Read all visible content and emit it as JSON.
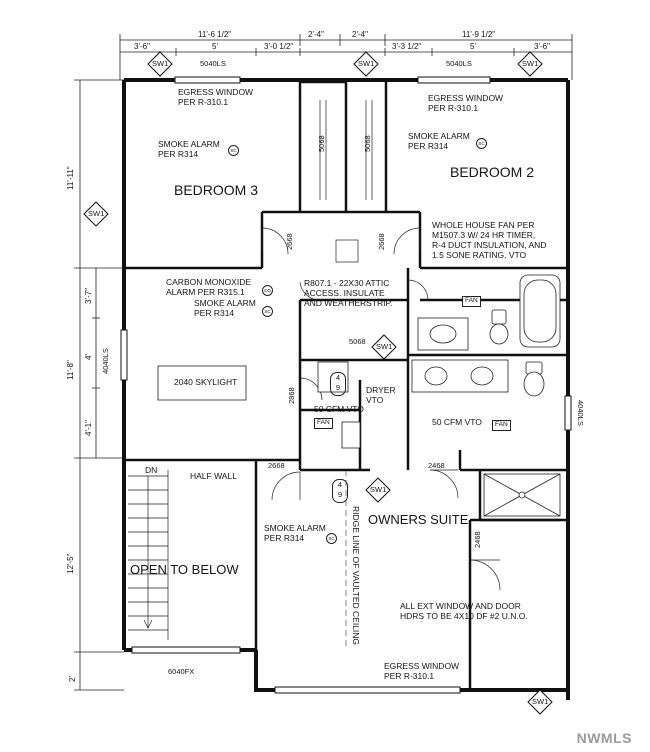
{
  "rooms": {
    "bedroom3": "BEDROOM 3",
    "bedroom2": "BEDROOM 2",
    "owners_suite": "OWNERS SUITE",
    "open_to_below": "OPEN TO BELOW"
  },
  "notes": {
    "egress_window_line1": "EGRESS WINDOW",
    "egress_window_line2": "PER R-310.1",
    "smoke_alarm_line1": "SMOKE ALARM",
    "smoke_alarm_line2": "PER R314",
    "co_alarm_line1": "CARBON MONOXIDE",
    "co_alarm_line2": "ALARM PER R315.1",
    "whole_house_fan": [
      "WHOLE HOUSE FAN PER",
      "M1507.3 W/ 24 HR TIMER,",
      "R-4 DUCT INSULATION, AND",
      "1.5 SONE RATING, VTO"
    ],
    "attic_access": [
      "R807.1 - 22X30 ATTIC",
      "ACCESS. INSULATE",
      "AND WEATHERSTRIP."
    ],
    "skylight": "2040 SKYLIGHT",
    "dryer": [
      "DRYER",
      "VTO"
    ],
    "cfm_vto_1": "50 CFM VTO",
    "cfm_vto_2": "50 CFM VTO",
    "half_wall": "HALF WALL",
    "dn": "DN",
    "ridge_line": "RIDGE LINE OF VAULTED CEILING",
    "ext_hdrs": [
      "ALL EXT WINDOW AND DOOR",
      "HDRS TO BE 4X10 DF #2 U.N.O."
    ],
    "fan_tag": "FAN",
    "sc_tag": "SC",
    "co_tag": "CO",
    "sw1": "SW1",
    "partial_tag": "SW1"
  },
  "dimensions": {
    "top_overall_left": "11'-6 1/2\"",
    "top_overall_mid": "2'-4\"",
    "top_overall_mid2": "2'-4\"",
    "top_overall_right": "11'-9 1/2\"",
    "top_seg_1": "3'-6\"",
    "top_seg_2": "5'",
    "top_seg_3": "3'-0 1/2\"",
    "top_seg_4": "3'-3 1/2\"",
    "top_seg_5": "5'",
    "top_seg_6": "3'-6\"",
    "window_5040_left": "5040LS",
    "window_5040_right": "5040LS",
    "left_overall_top": "11'-11\"",
    "left_overall_mid": "11'-8\"",
    "left_overall_bot": "12'-5\"",
    "left_seg_37": "3'-7\"",
    "left_seg_4": "4'",
    "left_seg_41": "4'-1\"",
    "left_seg_2": "2'",
    "window_4040": "4040LS",
    "window_6040": "6040FX",
    "door_5068_a": "5068",
    "door_5068_b": "5068",
    "door_5068_c": "5068",
    "door_2668_a": "2668",
    "door_2668_b": "2668",
    "door_2668_c": "2668",
    "door_2868": "2868",
    "door_2468_a": "2468",
    "door_2468_b": "2468",
    "door_4_9_a": "4\n9",
    "door_4_9_b": "4\n9",
    "right_window": "4040LS"
  },
  "watermark": "NWMLS"
}
